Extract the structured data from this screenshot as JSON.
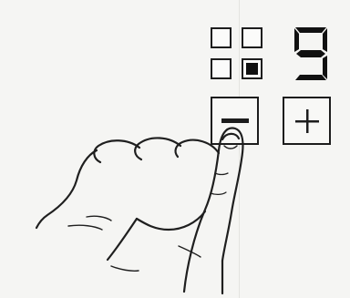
{
  "control_panel": {
    "zones": [
      {
        "id": "zone-1",
        "active": false
      },
      {
        "id": "zone-2",
        "active": false
      },
      {
        "id": "zone-3",
        "active": false
      },
      {
        "id": "zone-4",
        "active": true
      }
    ],
    "level_display": {
      "value": "9",
      "style": "seven-segment"
    },
    "buttons": {
      "minus": {
        "symbol": "−",
        "icon": "minus-icon",
        "pressed": true
      },
      "plus": {
        "symbol": "+",
        "icon": "plus-icon",
        "pressed": false
      }
    }
  },
  "colors": {
    "ink": "#1d1d1d",
    "segment": "#111111",
    "background": "#f5f5f3"
  }
}
